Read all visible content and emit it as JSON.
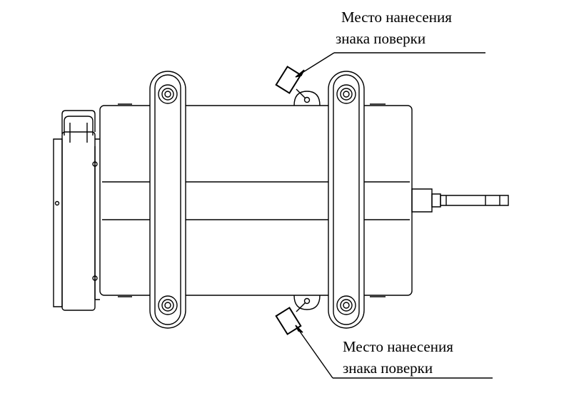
{
  "callouts": {
    "top": {
      "line1": "Место нанесения",
      "line2": "знака поверки"
    },
    "bottom": {
      "line1": "Место нанесения",
      "line2": "знака поверки"
    }
  },
  "colors": {
    "stroke": "#000000",
    "background": "#ffffff"
  }
}
